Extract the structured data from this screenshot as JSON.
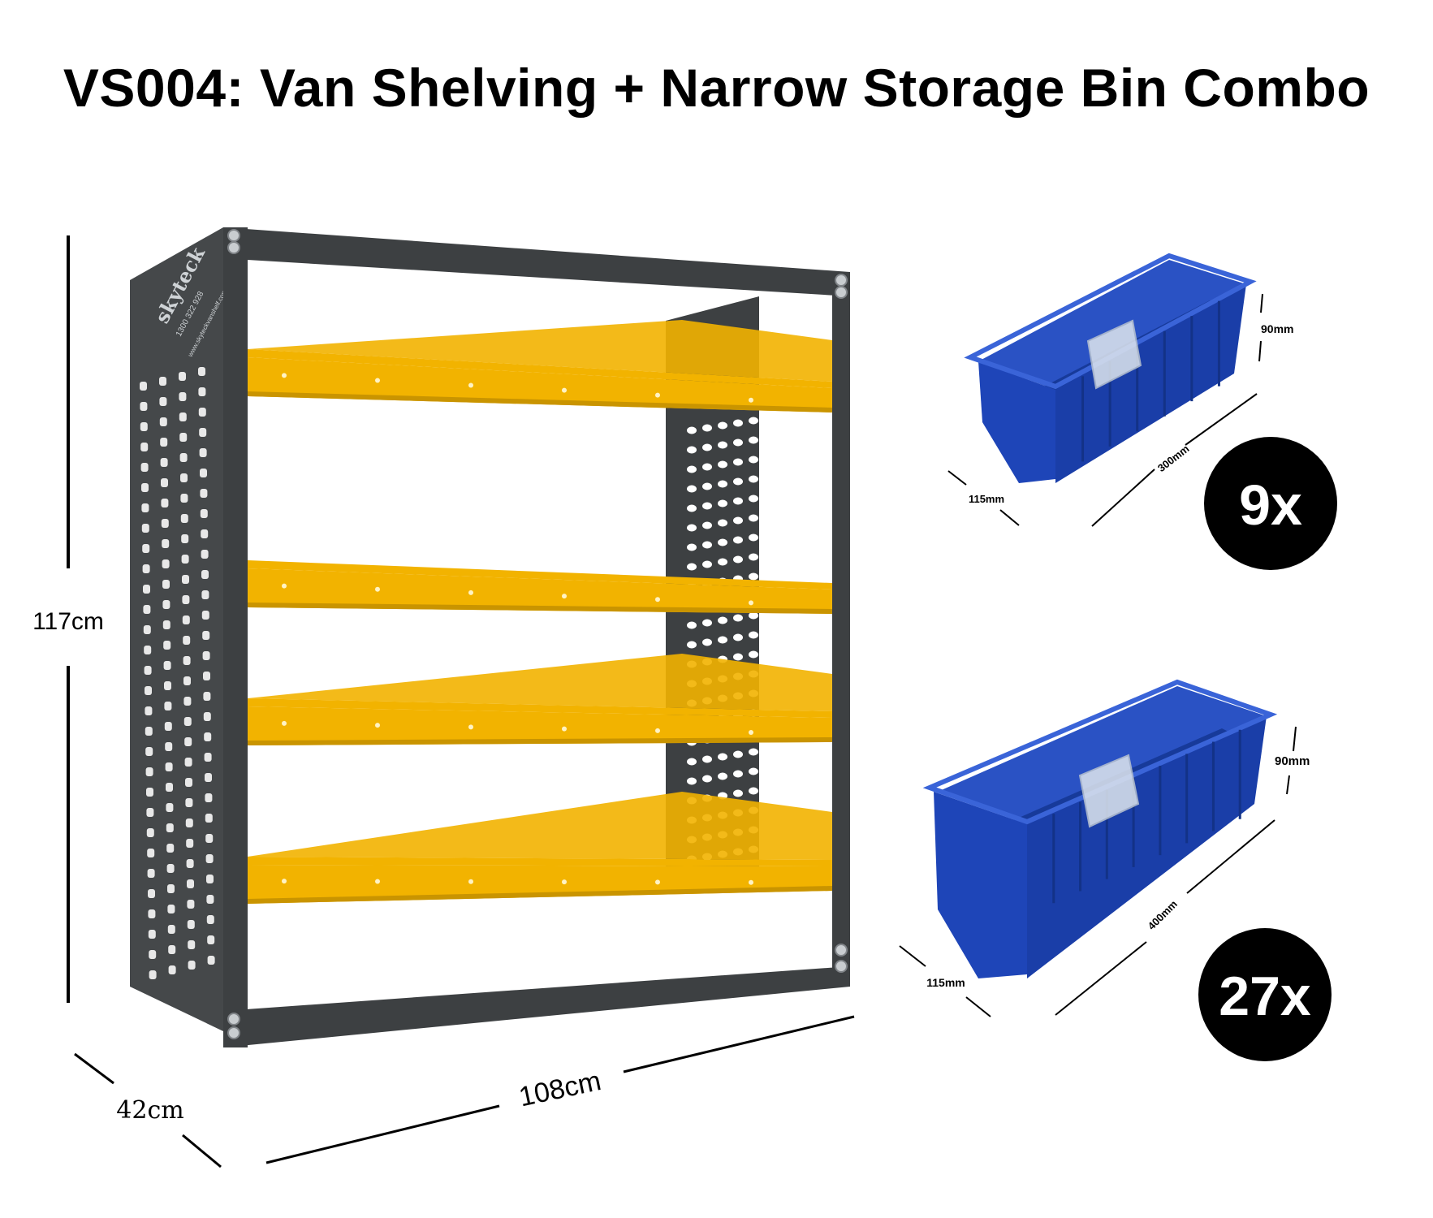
{
  "title": "VS004: Van Shelving + Narrow Storage Bin Combo",
  "shelving": {
    "brand": "skyteck",
    "phone": "1300 322 928",
    "website": "www.skyteckvanshelf.com.au",
    "dimensions": {
      "height": "117cm",
      "depth": "42cm",
      "width": "108cm"
    },
    "colors": {
      "frame": "#3d4042",
      "shelf": "#f2b300",
      "shelf_shadow": "#c99400"
    }
  },
  "bins": [
    {
      "height_label": "90mm",
      "length_label": "300mm",
      "width_label": "115mm",
      "quantity": "9x"
    },
    {
      "height_label": "90mm",
      "length_label": "400mm",
      "width_label": "115mm",
      "quantity": "27x"
    }
  ],
  "bin_color": "#1e45b8"
}
